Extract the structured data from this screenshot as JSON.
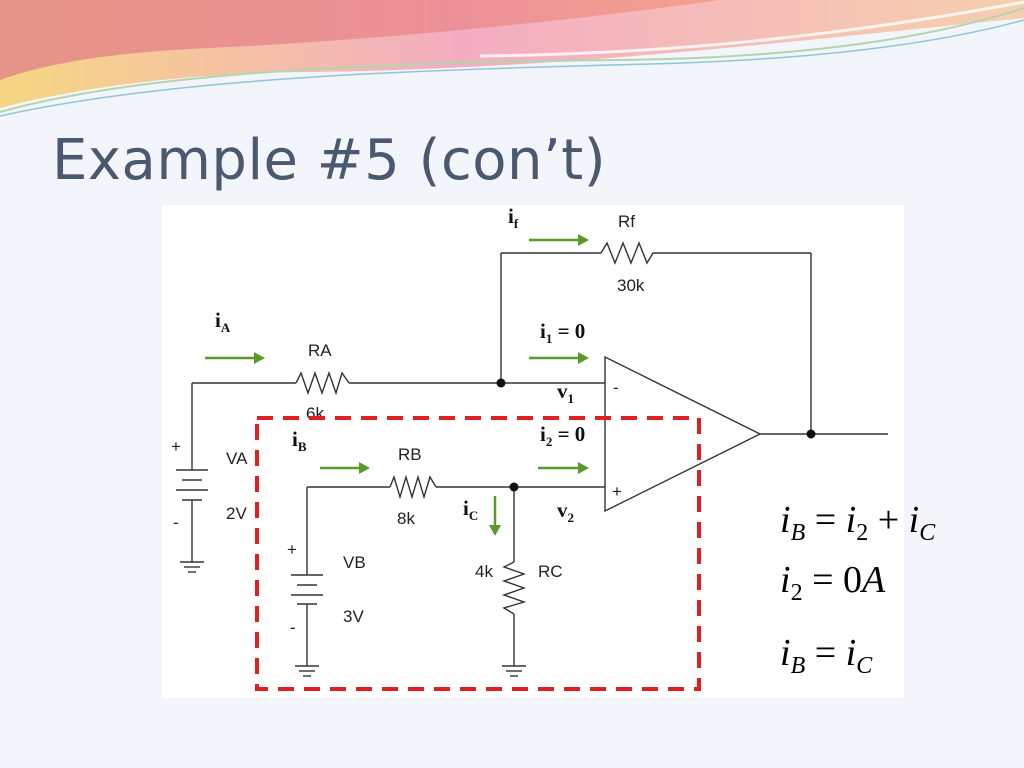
{
  "slide": {
    "title": "Example #5 (con’t)"
  },
  "colors": {
    "arrow": "#5a9a2b",
    "highlight_box": "#e02020",
    "title": "#4a5870",
    "background": "#f2f5f9"
  },
  "circuit": {
    "components": {
      "rf": {
        "name": "Rf",
        "value": "30k"
      },
      "ra": {
        "name": "RA",
        "value": "6k"
      },
      "rb": {
        "name": "RB",
        "value": "8k"
      },
      "rc": {
        "name": "RC",
        "value": "4k"
      },
      "va": {
        "name": "VA",
        "value": "2V",
        "plus": "+",
        "minus": "-"
      },
      "vb": {
        "name": "VB",
        "value": "3V",
        "plus": "+",
        "minus": "-"
      },
      "opamp": {
        "inverting": "-",
        "noninverting": "+"
      }
    },
    "currents": {
      "if": {
        "main": "i",
        "sub": "f"
      },
      "ia": {
        "main": "i",
        "sub": "A"
      },
      "ib": {
        "main": "i",
        "sub": "B"
      },
      "ic": {
        "main": "i",
        "sub": "C"
      },
      "i1": {
        "main": "i",
        "sub": "1",
        "rest": " = 0"
      },
      "i2": {
        "main": "i",
        "sub": "2",
        "rest": " = 0"
      }
    },
    "voltages": {
      "v1": {
        "main": "v",
        "sub": "1"
      },
      "v2": {
        "main": "v",
        "sub": "2"
      }
    }
  },
  "equations": [
    {
      "lhs_main": "i",
      "lhs_sub": "B",
      "eq": " = ",
      "t1_main": "i",
      "t1_sub": "2",
      "plus": " + ",
      "t2_main": "i",
      "t2_sub": "C"
    },
    {
      "lhs_main": "i",
      "lhs_sub": "2",
      "eq": " = ",
      "rhs_num": "0",
      "rhs_unit": "A"
    },
    {
      "lhs_main": "i",
      "lhs_sub": "B",
      "eq": " = ",
      "rhs_main": "i",
      "rhs_sub": "C"
    }
  ]
}
